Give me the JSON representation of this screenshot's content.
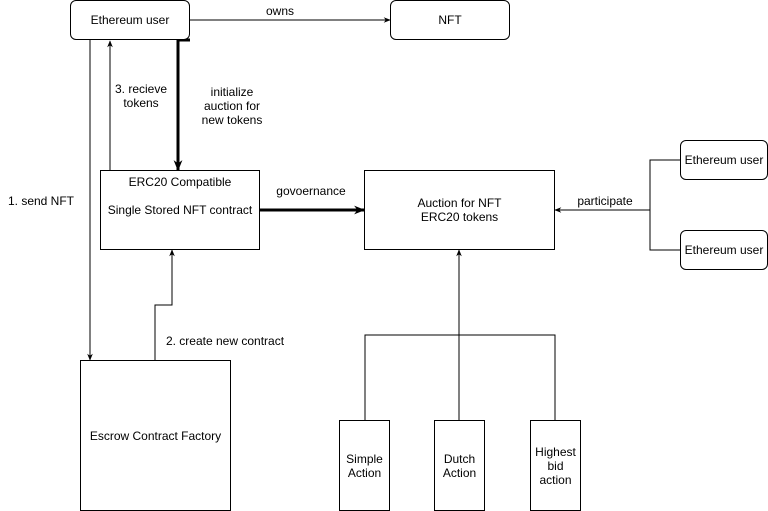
{
  "nodes": {
    "eth_user_top": "Ethereum user",
    "nft": "NFT",
    "erc20_title": "ERC20 Compatible",
    "erc20_body": "Single Stored NFT contract",
    "auction": "Auction for NFT\nERC20 tokens",
    "eth_user_right_1": "Ethereum user",
    "eth_user_right_2": "Ethereum user",
    "escrow": "Escrow Contract Factory",
    "simple": "Simple\nAction",
    "dutch": "Dutch\nAction",
    "highest": "Highest\nbid\naction"
  },
  "edges": {
    "owns": "owns",
    "receive": "3. recieve\ntokens",
    "initialize": "initialize\nauction for\nnew tokens",
    "send": "1. send NFT",
    "governance": "govoernance",
    "participate": "participate",
    "create": "2. create new contract"
  }
}
